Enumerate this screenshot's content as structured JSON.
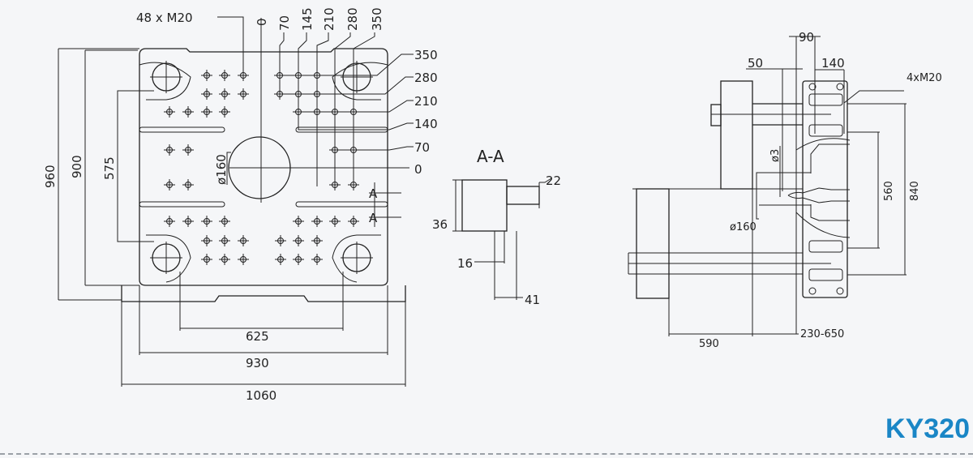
{
  "model": "KY320",
  "colors": {
    "accent": "#1a86c6",
    "line": "#222222",
    "background": "#f5f6f8"
  },
  "front_view": {
    "thread_callout": "48 x M20",
    "top_offsets": [
      "0",
      "70",
      "145",
      "210",
      "280",
      "350"
    ],
    "right_offsets": [
      "350",
      "280",
      "210",
      "140",
      "70",
      "0"
    ],
    "vertical_dims": [
      "960",
      "900",
      "575"
    ],
    "horizontal_dims": [
      "625",
      "930",
      "1060"
    ],
    "center_diameter": "ø160",
    "section_marks": [
      "A",
      "A"
    ]
  },
  "section_view": {
    "title": "A-A",
    "dims": {
      "d22": "22",
      "d36": "36",
      "d16": "16",
      "d41": "41"
    }
  },
  "side_view": {
    "dims": {
      "d90": "90",
      "d50": "50",
      "d140": "140",
      "d3": "ø3",
      "d160": "ø160",
      "d560": "560",
      "d840": "840",
      "d590": "590",
      "stroke": "230-650"
    },
    "thread_callout": "4xM20"
  }
}
